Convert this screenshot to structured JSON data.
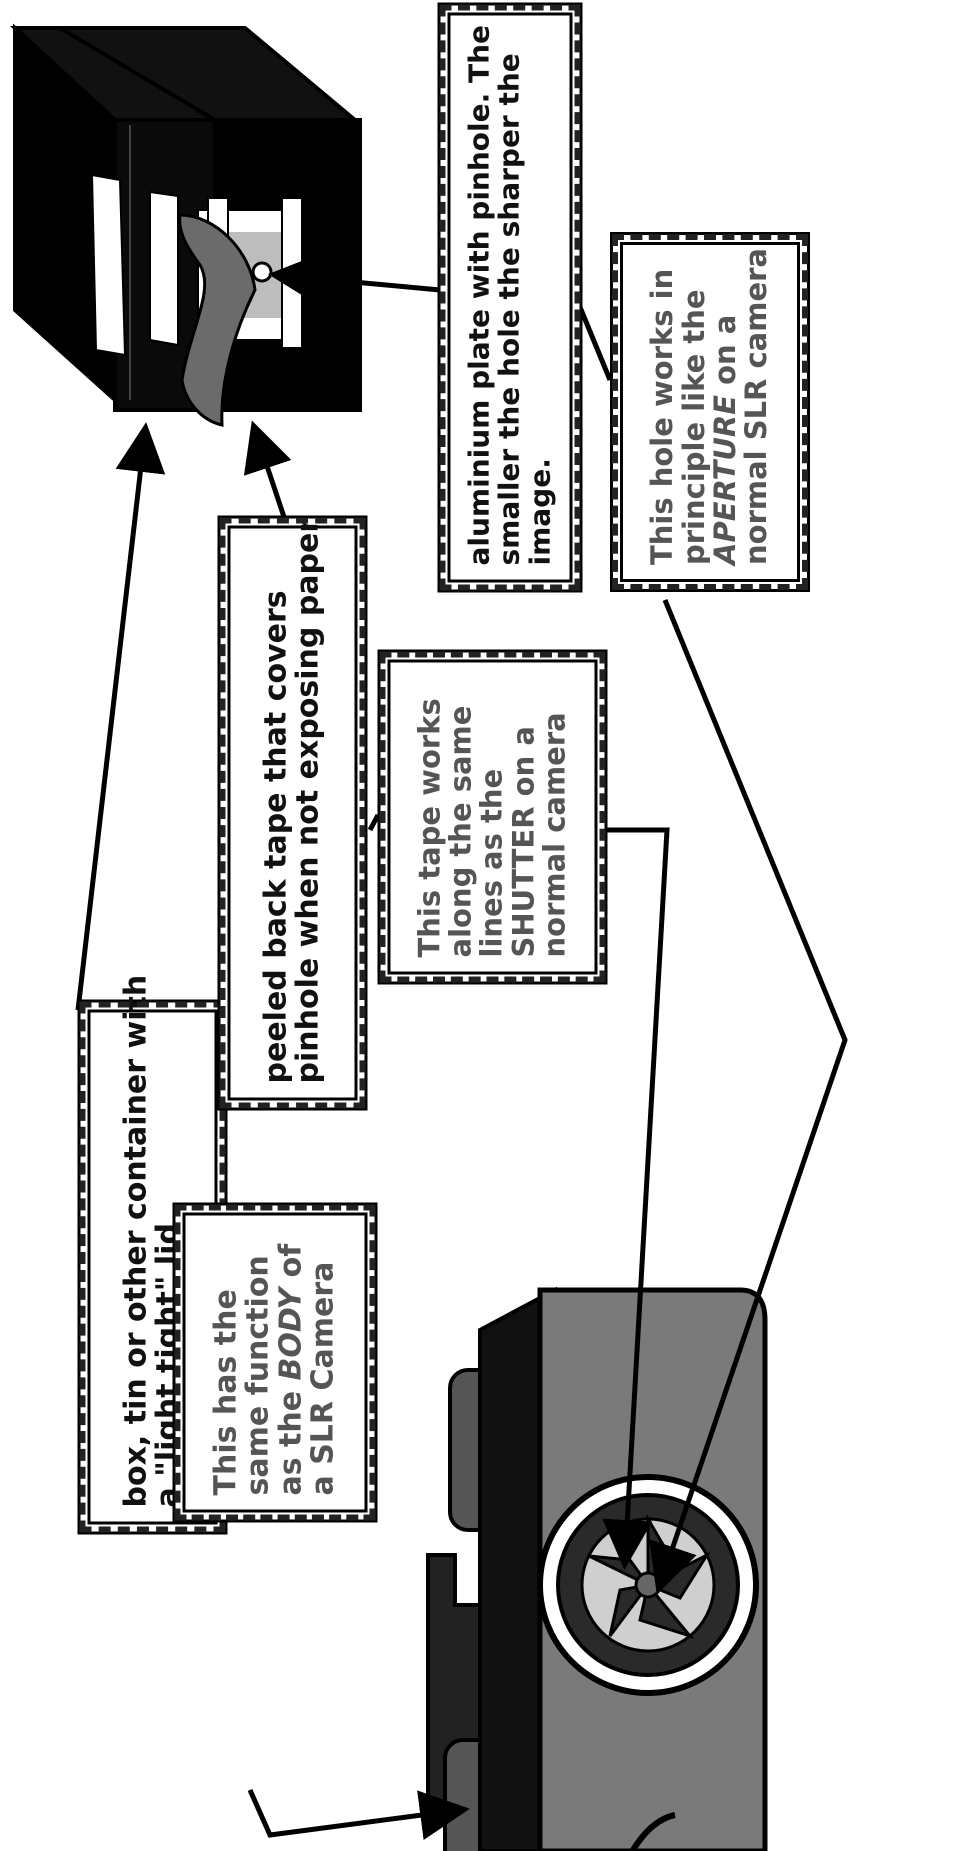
{
  "labels": {
    "box": {
      "line1": "box, tin or other container with",
      "line2": "a \"light tight\" lid"
    },
    "body_function": {
      "line1": "This has the",
      "line2": "same function",
      "line3_pre": "as the ",
      "line3_em": "BODY",
      "line3_post": " of",
      "line4": "a SLR Camera"
    },
    "tape": {
      "line1": "peeled back tape that covers",
      "line2": "pinhole when not exposing paper"
    },
    "shutter": {
      "line1": "This tape works",
      "line2": "along the same",
      "line3": "lines as the",
      "line4": "SHUTTER on a",
      "line5": "normal camera"
    },
    "plate": {
      "line1": "aluminium plate with pinhole. The",
      "line2": "smaller the hole the sharper the",
      "line3": "image."
    },
    "aperture": {
      "line1": "This hole works in",
      "line2": "principle like the",
      "line3": "APERTURE",
      "line3_post": " on a",
      "line4": "normal SLR camera"
    }
  },
  "colors": {
    "ink": "#000000",
    "box_fill": "#0a0a0a",
    "camera_grey": "#7a7a7a",
    "camera_dark": "#2a2a2a",
    "lens_light": "#cfcfcf",
    "tape_grey": "#6b6b6b",
    "plate_grey": "#bdbdbd"
  },
  "icons": [
    "pinhole-box-illustration",
    "slr-camera-illustration",
    "arrow-icon"
  ]
}
